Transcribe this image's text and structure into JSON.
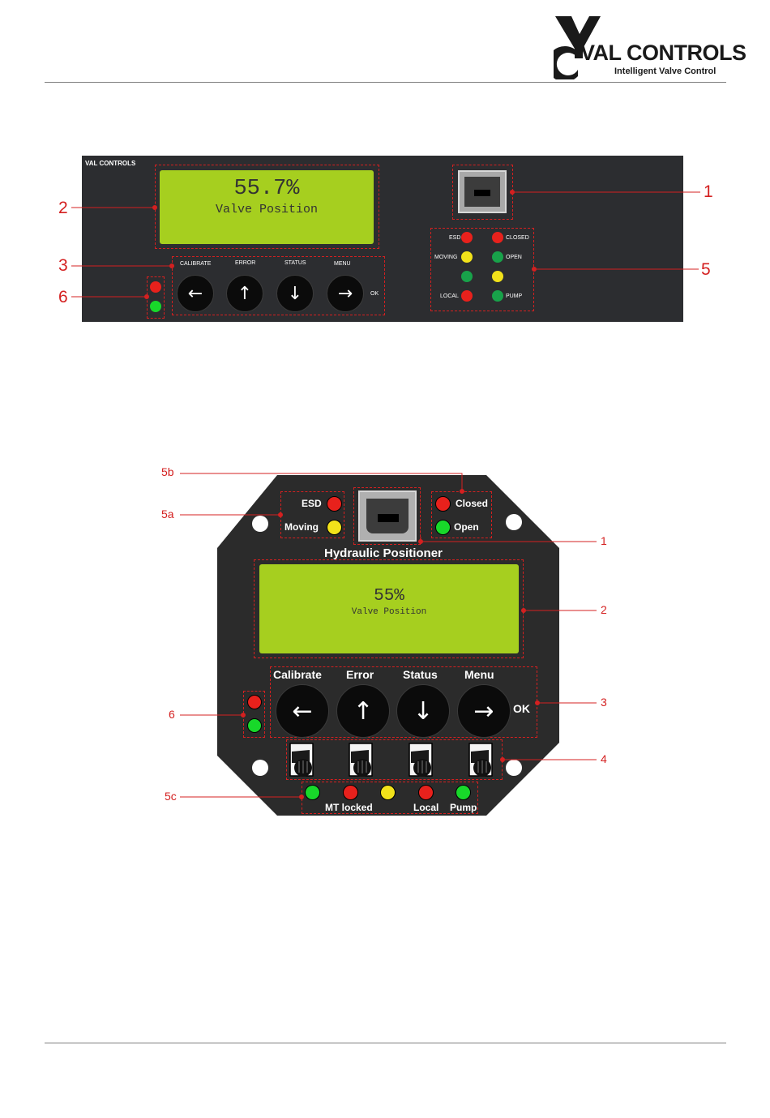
{
  "header": {
    "logo_mark": "Y",
    "brand": "VAL CONTROLS",
    "tagline": "Intelligent Valve Control"
  },
  "rack_panel": {
    "brand_label": "VAL CONTROLS",
    "lcd_value": "55.7%",
    "lcd_label": "Valve Position",
    "buttons": [
      {
        "label": "CALIBRATE",
        "arrow": "←"
      },
      {
        "label": "ERROR",
        "arrow": "↑"
      },
      {
        "label": "STATUS",
        "arrow": "↓"
      },
      {
        "label": "MENU",
        "arrow": "→"
      }
    ],
    "ok_label": "OK",
    "status_leds": {
      "esd": "ESD",
      "closed": "CLOSED",
      "moving": "MOVING",
      "open": "OPEN",
      "local": "LOCAL",
      "pump": "PUMP"
    },
    "callouts": {
      "usb": "1",
      "lcd": "2",
      "buttons": "3",
      "status": "5",
      "power": "6"
    }
  },
  "round_panel": {
    "title": "Hydraulic Positioner",
    "lcd_value": "55%",
    "lcd_label": "Valve Position",
    "top_left_leds": {
      "esd": "ESD",
      "moving": "Moving"
    },
    "top_right_leds": {
      "closed": "Closed",
      "open": "Open"
    },
    "buttons": [
      {
        "label": "Calibrate",
        "arrow": "←"
      },
      {
        "label": "Error",
        "arrow": "↑"
      },
      {
        "label": "Status",
        "arrow": "↓"
      },
      {
        "label": "Menu",
        "arrow": "→"
      }
    ],
    "ok_label": "OK",
    "bottom_leds": {
      "mt_locked": "MT locked",
      "local": "Local",
      "pump": "Pump"
    },
    "callouts": {
      "top_right": "5b",
      "top_left": "5a",
      "usb": "1",
      "lcd": "2",
      "buttons": "3",
      "power": "6",
      "toggles": "4",
      "bottom": "5c"
    }
  },
  "colors": {
    "red": "#e8211c",
    "green": "#18b92a",
    "yellow": "#f2e21a",
    "lcd": "#a6cf1f",
    "callout": "#d42020"
  }
}
